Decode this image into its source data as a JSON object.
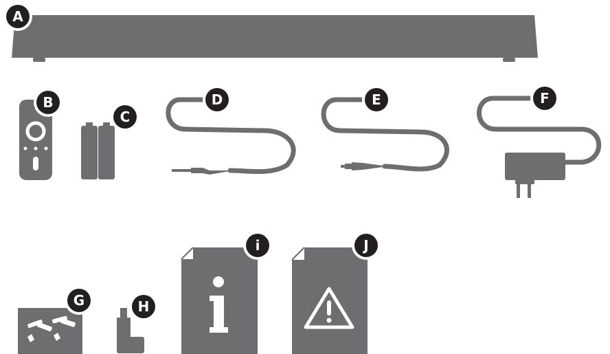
{
  "colors": {
    "item": "#6d6e70",
    "badge": "#231f20",
    "badge_text": "#ffffff",
    "detail": "#ffffff",
    "background": "#ffffff"
  },
  "items": [
    {
      "label": "A",
      "name": "soundbar"
    },
    {
      "label": "B",
      "name": "remote-control"
    },
    {
      "label": "C",
      "name": "batteries"
    },
    {
      "label": "D",
      "name": "audio-cable"
    },
    {
      "label": "E",
      "name": "optical-cable"
    },
    {
      "label": "F",
      "name": "power-adapter"
    },
    {
      "label": "G",
      "name": "wall-mount-screws"
    },
    {
      "label": "H",
      "name": "bracket"
    },
    {
      "label": "i",
      "name": "info-document"
    },
    {
      "label": "J",
      "name": "safety-document"
    }
  ]
}
